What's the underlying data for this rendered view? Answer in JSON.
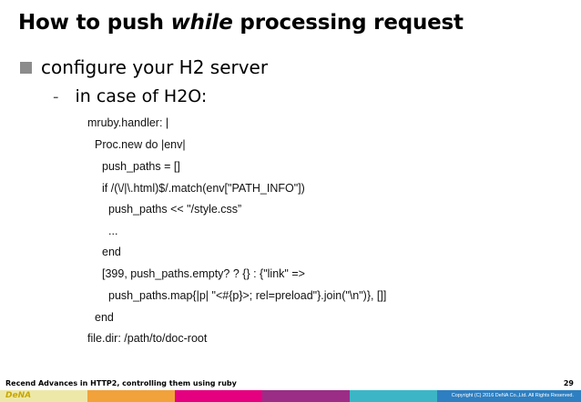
{
  "slide": {
    "title_before": "How to push ",
    "title_em": "while",
    "title_after": " processing request",
    "bullet": "configure your H2 server",
    "sub_dash": "-",
    "sub_bullet": "in case of H2O:",
    "code_lines": [
      "mruby.handler: |",
      "Proc.new do |env|",
      "push_paths = []",
      "if /(\\/|\\.html)$/.match(env[\"PATH_INFO\"])",
      "push_paths << \"/style.css”",
      "...",
      "end",
      "[399, push_paths.empty? ? {} : {\"link\" =>",
      "push_paths.map{|p| \"<#{p}>; rel=preload\"}.join(\"\\n\")}, []]",
      "end",
      "file.dir: /path/to/doc-root"
    ],
    "footer": "Recend Advances in HTTP2, controlling them using ruby",
    "page_number": "29",
    "logo": "DeNA",
    "copyright": "Copyright (C) 2016 DeNA Co.,Ltd. All Rights Reserved."
  },
  "colors": {
    "bar_segments": [
      "#eee8a8",
      "#f2a23a",
      "#e5007f",
      "#9b2d86",
      "#3cb6c6",
      "#2e7fc1"
    ],
    "bullet_square": "#8c8c8c"
  }
}
